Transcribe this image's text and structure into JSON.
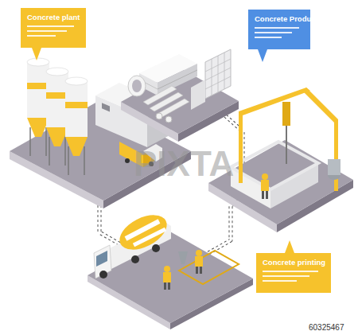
{
  "diagram": {
    "nodes": [
      {
        "text": [
          "Concrete plant"
        ]
      },
      {
        "text": [
          "Concrete Products"
        ]
      },
      {
        "text": [
          "Concrete printing"
        ]
      }
    ],
    "labels": [
      "PIXTA",
      "60325467"
    ]
  }
}
